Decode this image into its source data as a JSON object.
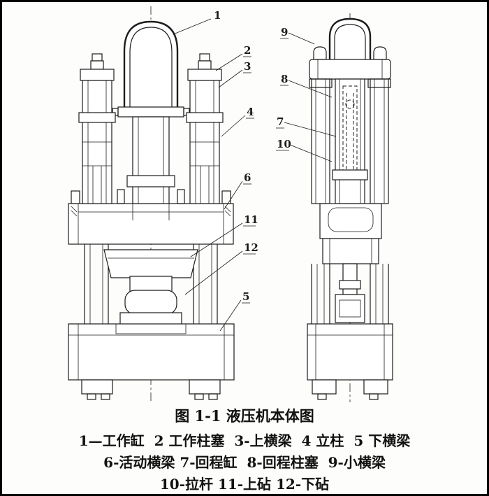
{
  "figure": {
    "title": "图 1-1 液压机本体图",
    "legend": [
      "1—工作缸  2 工作柱塞  3-上横梁  4 立柱  5 下横梁",
      "6-活动横梁 7-回程缸  8-回程柱塞  9-小横梁",
      "10-拉杆 11-上砧 12-下砧"
    ]
  },
  "callouts": {
    "front_view": [
      "1",
      "2",
      "3",
      "4",
      "6",
      "11",
      "12",
      "5"
    ],
    "side_view": [
      "9",
      "8",
      "7",
      "10"
    ]
  },
  "colors": {
    "ink": "#1c1c1c",
    "paper": "#fdfdfb",
    "frame": "#000000"
  }
}
